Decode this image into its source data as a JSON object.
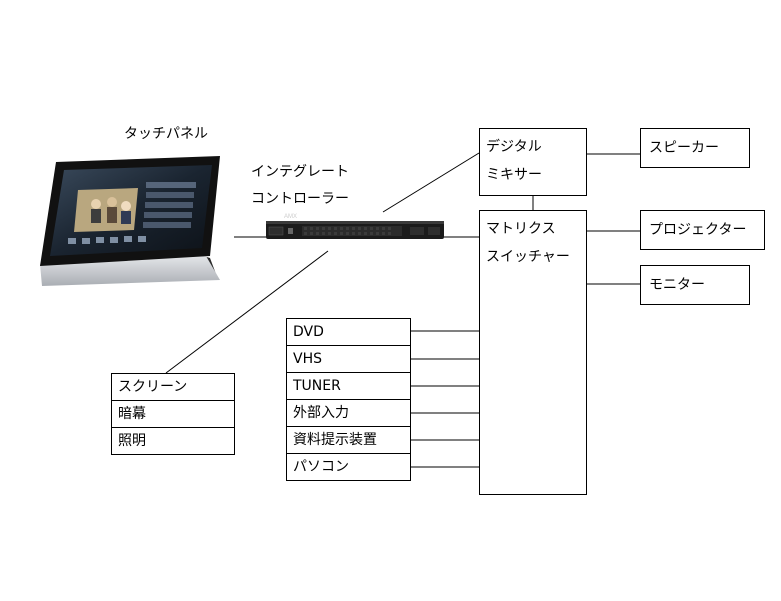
{
  "labels": {
    "touch_panel": "タッチパネル",
    "controller_line1": "インテグレート",
    "controller_line2": "コントローラー"
  },
  "mixer": {
    "line1": "デジタル",
    "line2": "ミキサー"
  },
  "switcher": {
    "line1": "マトリクス",
    "line2": "スイッチャー"
  },
  "outputs": {
    "speaker": "スピーカー",
    "projector": "プロジェクター",
    "monitor": "モニター"
  },
  "sources": [
    "DVD",
    "VHS",
    "TUNER",
    "外部入力",
    "資料提示装置",
    "パソコン"
  ],
  "room_controls": [
    "スクリーン",
    "暗幕",
    "照明"
  ],
  "device_branding": {
    "controller_logo": "AMX"
  },
  "colors": {
    "line": "#000000",
    "device_dark": "#1b1b1b",
    "panel_silver": "#c9cbcf"
  }
}
